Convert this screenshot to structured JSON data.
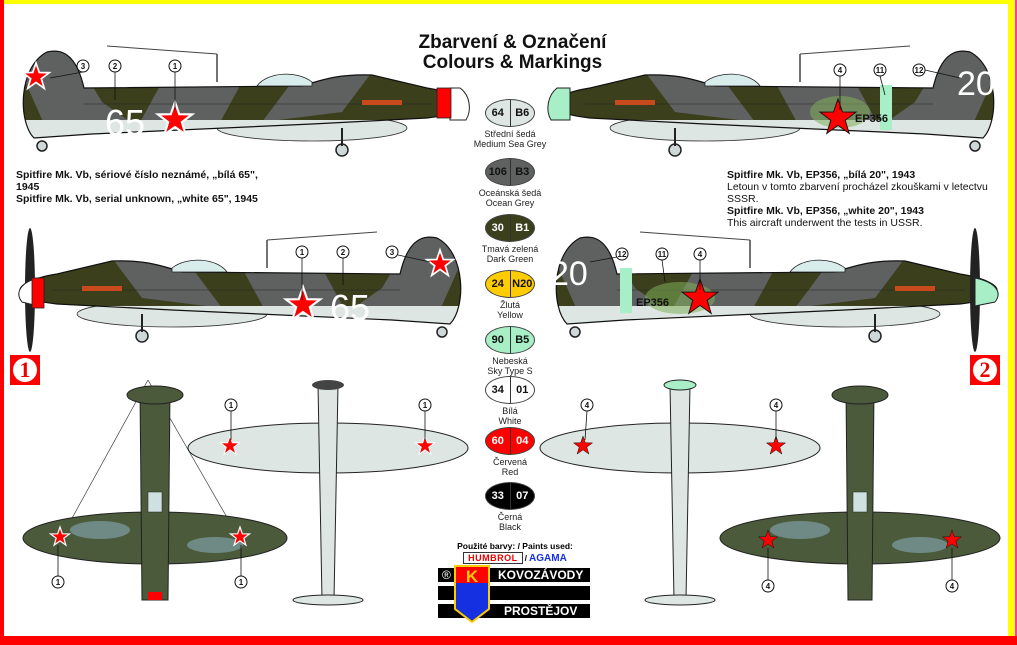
{
  "title": {
    "line1": "Zbarvení & Označení",
    "line2": "Colours & Markings"
  },
  "colors": {
    "dark_green": "#3b3f1c",
    "ocean_grey": "#5f6160",
    "sky": "#a8efc8",
    "medium_sea_grey": "#dde6e2",
    "red": "#ff0000",
    "yellow": "#ffcc00",
    "white": "#ffffff",
    "black": "#000000"
  },
  "aircraft": [
    {
      "badge": "1",
      "code": "65",
      "caption_cz": "Spitfire Mk. Vb, sériové číslo neznámé, „bílá 65\", 1945",
      "caption_en": "Spitfire Mk. Vb, serial unknown, „white 65\", 1945",
      "callouts_top": [
        "3",
        "2",
        "1"
      ],
      "callouts_mid": [
        "1",
        "2",
        "3"
      ],
      "callouts_planform": [
        "1",
        "1",
        "1",
        "1"
      ]
    },
    {
      "badge": "2",
      "code": "20",
      "serial": "EP356",
      "caption_cz_title": "Spitfire Mk. Vb, EP356, „bílá 20\", 1943",
      "caption_cz_text": "Letoun v tomto zbarvení procházel zkouškami v letectvu SSSR.",
      "caption_en_title": "Spitfire Mk. Vb, EP356, „white 20\", 1943",
      "caption_en_text": "This aircraft underwent the tests in USSR.",
      "callouts_top": [
        "4",
        "11",
        "12"
      ],
      "callouts_mid": [
        "12",
        "11",
        "4"
      ],
      "callouts_planform": [
        "4",
        "4",
        "4",
        "4"
      ]
    }
  ],
  "paints": [
    {
      "humbrol": "64",
      "agama": "B6",
      "cz": "Střední šedá",
      "en": "Medium Sea Grey",
      "color": "#dde6e2",
      "text": "#111"
    },
    {
      "humbrol": "106",
      "agama": "B3",
      "cz": "Oceánská šedá",
      "en": "Ocean Grey",
      "color": "#5f6160",
      "text": "#111"
    },
    {
      "humbrol": "30",
      "agama": "B1",
      "cz": "Tmavá zelená",
      "en": "Dark Green",
      "color": "#3b3f1c",
      "text": "#fff"
    },
    {
      "humbrol": "24",
      "agama": "N20",
      "cz": "Žlutá",
      "en": "Yellow",
      "color": "#ffcc00",
      "text": "#111"
    },
    {
      "humbrol": "90",
      "agama": "B5",
      "cz": "Nebeská",
      "en": "Sky Type S",
      "color": "#a8efc8",
      "text": "#111"
    },
    {
      "humbrol": "34",
      "agama": "01",
      "cz": "Bílá",
      "en": "White",
      "color": "#ffffff",
      "text": "#111"
    },
    {
      "humbrol": "60",
      "agama": "04",
      "cz": "Červená",
      "en": "Red",
      "color": "#ff0000",
      "text": "#fff"
    },
    {
      "humbrol": "33",
      "agama": "07",
      "cz": "Černá",
      "en": "Black",
      "color": "#000000",
      "text": "#fff"
    }
  ],
  "paints_used": {
    "label": "Použité barvy: / Paints used:",
    "brand1": "HUMBROL",
    "separator": "/",
    "brand2": "AGAMA"
  },
  "manufacturer": {
    "registered": "®",
    "line1": "KOVOZÁVODY",
    "line2": "PROSTĚJOV",
    "logo_letter": "K"
  }
}
